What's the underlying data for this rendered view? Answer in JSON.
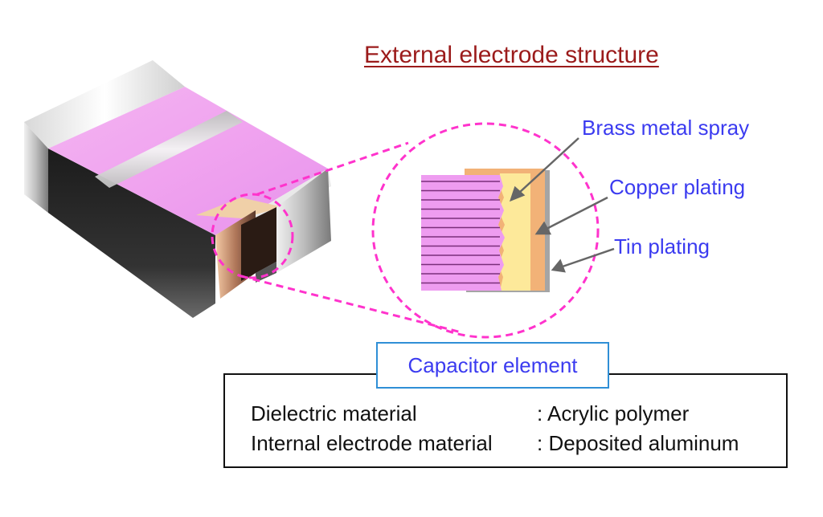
{
  "title": "External electrode structure",
  "callouts": {
    "brass": "Brass metal spray",
    "copper": "Copper plating",
    "tin": "Tin plating"
  },
  "capacitor_label": "Capacitor element",
  "specs": [
    {
      "key": "Dielectric material",
      "value": ": Acrylic polymer"
    },
    {
      "key": "Internal electrode material",
      "value": ": Deposited aluminum"
    }
  ],
  "colors": {
    "dielectric_pink": "#ee9cf0",
    "brass_yellow": "#fde99a",
    "copper_orange": "#f2b277",
    "tin_gray": "#a5a5a5",
    "dashed_magenta": "#ff33cc",
    "callout_blue": "#3b3bf0",
    "title_red": "#9b1b1b"
  }
}
